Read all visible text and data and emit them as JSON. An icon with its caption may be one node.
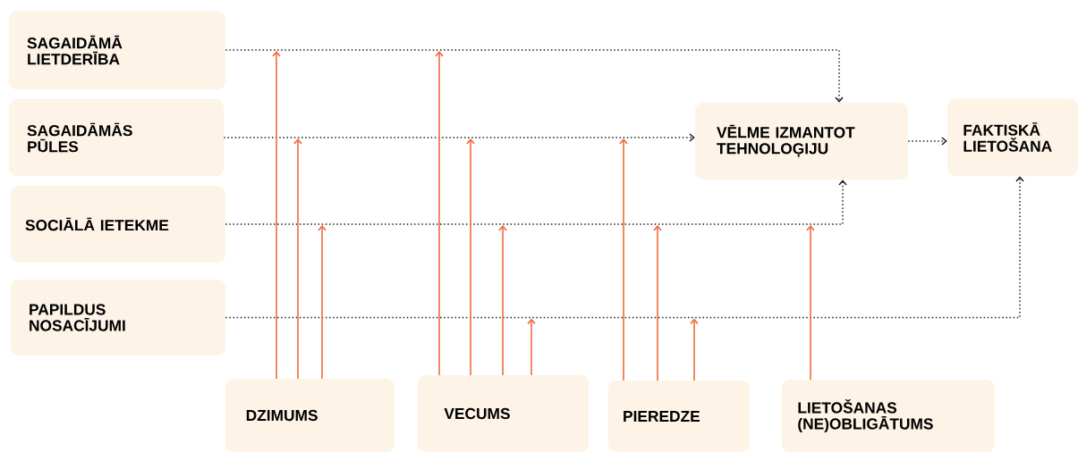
{
  "diagram": {
    "nodes": [
      {
        "text": [
          "SAGAIDĀMĀ LIETDERĪBA"
        ]
      },
      {
        "text": [
          "SAGAIDĀMĀS PŪLES"
        ]
      },
      {
        "text": [
          "SOCIĀLĀ IETEKME"
        ]
      },
      {
        "text": [
          "PAPILDUS NOSACĪJUMI"
        ]
      },
      {
        "text": [
          "VĒLME IZMANTOT TEHNOLOĢIJU"
        ]
      },
      {
        "text": [
          "FAKTISKĀ LIETOŠANA"
        ]
      },
      {
        "text": [
          "DZIMUMS"
        ]
      },
      {
        "text": [
          "VECUMS"
        ]
      },
      {
        "text": [
          "PIEREDZE"
        ]
      },
      {
        "text": [
          "LIETOŠANAS (NE)OBLIGĀTUMS"
        ]
      }
    ],
    "edges": [
      {
        "from": 0,
        "to": 4,
        "arrow": "to",
        "style": "dashed",
        "color": "#1a1a1a"
      },
      {
        "from": 1,
        "to": 4,
        "arrow": "to",
        "style": "dashed",
        "color": "#1a1a1a"
      },
      {
        "from": 2,
        "to": 4,
        "arrow": "to",
        "style": "dashed",
        "color": "#1a1a1a"
      },
      {
        "from": 3,
        "to": 5,
        "arrow": "to",
        "style": "dashed",
        "color": "#1a1a1a"
      },
      {
        "from": 4,
        "to": 5,
        "arrow": "to",
        "style": "dashed",
        "color": "#1a1a1a"
      },
      {
        "from": 6,
        "to": null,
        "arrow": "to"
      },
      {
        "from": 6,
        "to": null,
        "arrow": "to"
      },
      {
        "from": 6,
        "to": null,
        "arrow": "to"
      },
      {
        "from": 7,
        "to": null,
        "arrow": "to"
      },
      {
        "from": 7,
        "to": null,
        "arrow": "to"
      },
      {
        "from": 7,
        "to": null,
        "arrow": "to"
      },
      {
        "from": 7,
        "to": null,
        "arrow": "to"
      },
      {
        "from": 8,
        "to": null,
        "arrow": "to"
      },
      {
        "from": 8,
        "to": null,
        "arrow": "to"
      },
      {
        "from": 8,
        "to": null,
        "arrow": "to"
      },
      {
        "from": 9,
        "to": null,
        "arrow": "to"
      }
    ]
  }
}
